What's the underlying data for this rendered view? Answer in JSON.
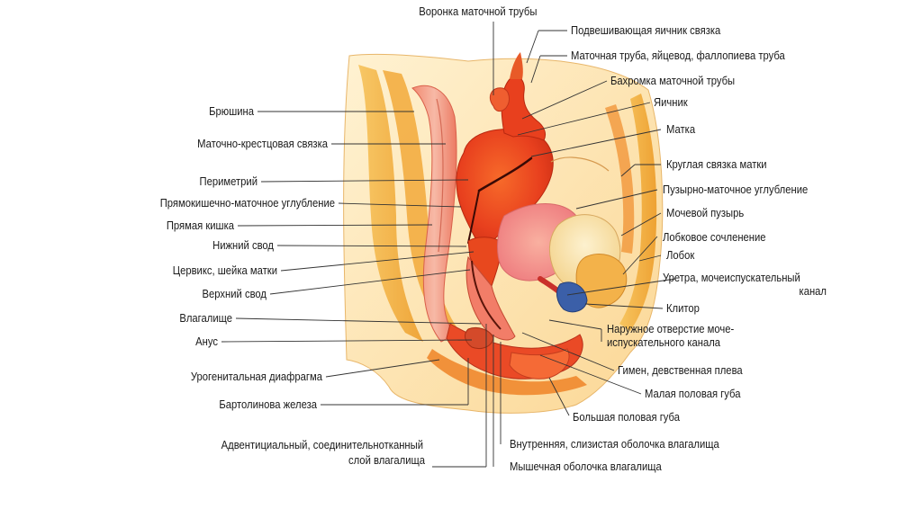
{
  "labels": {
    "voronka": "Воронка маточной трубы",
    "podveshivayushchaya": "Подвешивающая яичник связка",
    "matochnaya_truba": "Маточная труба, яйцевод, фаллопиева труба",
    "bakhromka": "Бахромка маточной трубы",
    "yaichnik": "Яичник",
    "matka": "Матка",
    "kruglaya_svyazka": "Круглая связка матки",
    "puzyrno_matochnoe": "Пузырно-маточное углубление",
    "mochevoy_puzyr": "Мочевой пузырь",
    "lobkovoe": "Лобковое сочленение",
    "lobok": "Лобок",
    "uretra_line1": "Уретра, мочеиспускательный",
    "uretra_line2": "канал",
    "klitor": "Клитор",
    "naruzhnoe_line1": "Наружное отверстие моче-",
    "naruzhnoe_line2": "испускательного канала",
    "gimen": "Гимен, девственная плева",
    "malaya_guba": "Малая половая губа",
    "bolshaya_guba": "Большая половая губа",
    "vnutrennyaya": "Внутренняя, слизистая оболочка влагалища",
    "myshechnaya": "Мышечная оболочка влагалища",
    "adventitsialny_line1": "Адвентициальный, соединительнотканный",
    "adventitsialny_line2": "слой влагалища",
    "bartolinova": "Бартолинова железа",
    "urogenitalnaya": "Урогенитальная диафрагма",
    "anus": "Анус",
    "vlagalishche": "Влагалище",
    "verkhniy_svod": "Верхний свод",
    "tserviks": "Цервикс, шейка матки",
    "nizhniy_svod": "Нижний свод",
    "pryamaya_kishka": "Прямая кишка",
    "pryamokishechno": "Прямокишечно-маточное углубление",
    "perimetriy": "Периметрий",
    "matochno_krestsovaya": "Маточно-крестцовая связка",
    "bryushina": "Брюшина"
  },
  "colors": {
    "background": "#ffffff",
    "skin": "#fbe3b0",
    "fat": "#f5b840",
    "muscle_red": "#e8401e",
    "uterus": "#e83a18",
    "pink": "#f07a86",
    "bladder": "#f4d69c",
    "leader_line": "#333333"
  }
}
